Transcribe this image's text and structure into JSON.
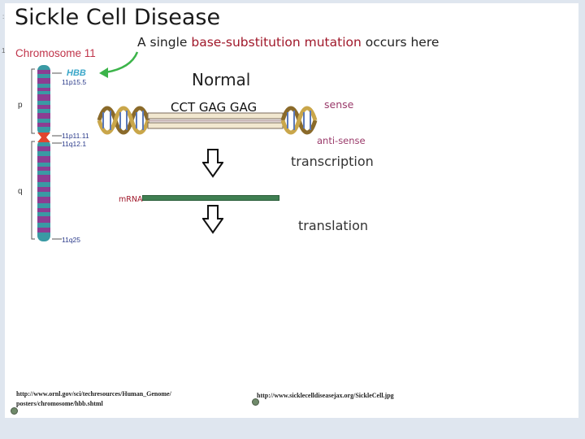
{
  "slide": {
    "title": "Sickle Cell Disease",
    "subtitle": {
      "pre": "A single ",
      "highlight": "base-substitution mutation",
      "post": " occurs here"
    },
    "edge_marks": [
      ":",
      "1"
    ]
  },
  "chromosome": {
    "title": "Chromosome 11",
    "gene": "HBB",
    "bands": [
      "11p15.5",
      "11p11.11",
      "11q12.1",
      "11q25"
    ],
    "arms": [
      "p",
      "q"
    ]
  },
  "dna": {
    "heading": "Normal",
    "sequence": "CCT GAG GAG",
    "sense_label": "sense",
    "antisense_label": "anti-sense"
  },
  "steps": {
    "transcription": "transcription",
    "mrna_label": "mRNA",
    "translation": "translation"
  },
  "sources": {
    "left": [
      "http://www.ornl.gov/sci/techresources/Human_Genome/",
      "posters/chromosome/hbb.shtml"
    ],
    "right": "http://www.sicklecelldiseasejax.org/SickleCell.jpg"
  },
  "colors": {
    "mutation_text": "#a0182a",
    "chromosome_title": "#c0344a",
    "gene_label": "#3ba7c9",
    "pointer_arrow": "#3cb44a",
    "chromosome_band": "#8d3d92",
    "chromosome_body": "#3a9aa4",
    "centromere": "#e2452e",
    "mrna_strand": "#3f7f52"
  }
}
